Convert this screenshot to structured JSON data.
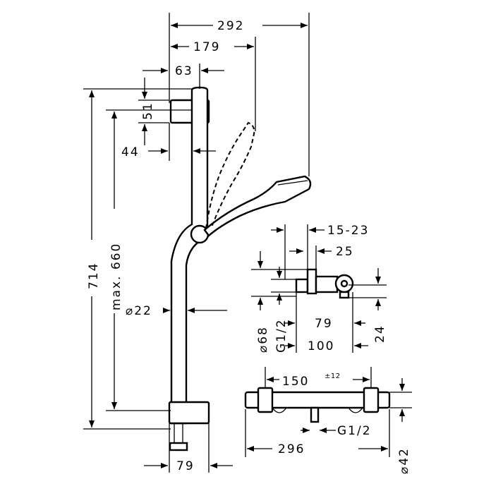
{
  "dimensions": {
    "total_width": "292",
    "handshower_offset": "179",
    "holder_depth": "63",
    "holder_height": "51",
    "holder_gap": "44",
    "bar_length": "714",
    "slide_travel": "max. 660",
    "bar_diameter": "⌀22",
    "bracket_depth": "79",
    "eccentric_range": "15-23",
    "eccentric_offset": "25",
    "rosette_diameter": "⌀68",
    "connection_thread": "G1/2",
    "valve_depth_79": "79",
    "valve_depth_100": "100",
    "valve_height_24": "24",
    "centers": "150",
    "centers_tolerance": "±12",
    "outlet_thread": "G1/2",
    "valve_length": "296",
    "valve_diameter": "⌀42"
  }
}
